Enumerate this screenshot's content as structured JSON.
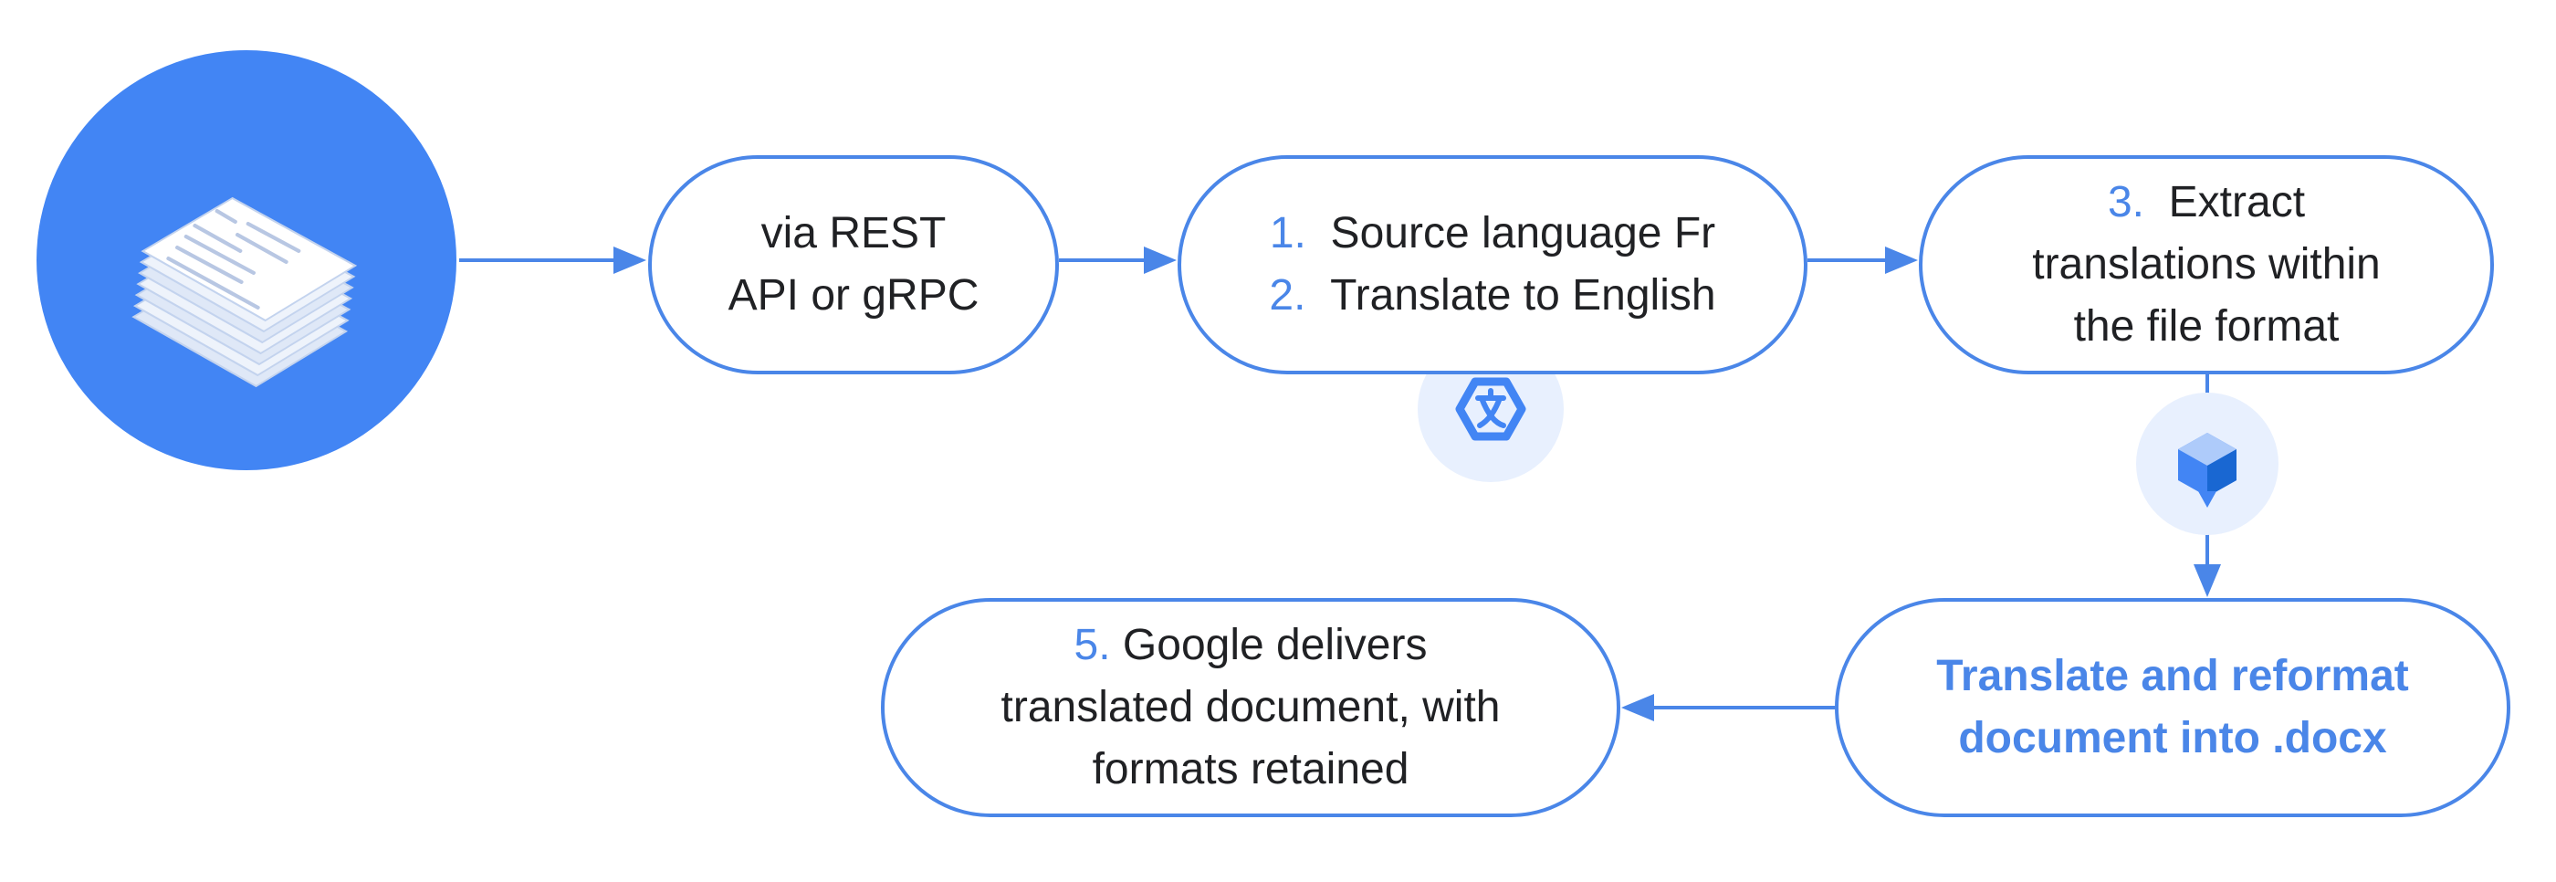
{
  "steps": {
    "api": {
      "line1": "via REST",
      "line2": "API or gRPC"
    },
    "language": {
      "num1": "1.",
      "line1": "Source language Fr",
      "num2": "2.",
      "line2": "Translate to English"
    },
    "extract": {
      "num": "3.",
      "line1": "Extract",
      "line2": "translations within",
      "line3": "the file format"
    },
    "reformat": {
      "line1": "Translate and reformat",
      "line2": "document into .docx"
    },
    "deliver": {
      "num": "5.",
      "line1": "Google delivers",
      "line2": "translated document, with",
      "line3": "formats retained"
    }
  },
  "icons": {
    "documents": "document-stack-icon",
    "translate": "cloud-translation-icon",
    "extract": "document-ai-icon"
  },
  "colors": {
    "accent": "#4a86e8",
    "doc_circle": "#4285f4",
    "icon_badge_bg": "#e8f0fe",
    "text": "#202124"
  }
}
